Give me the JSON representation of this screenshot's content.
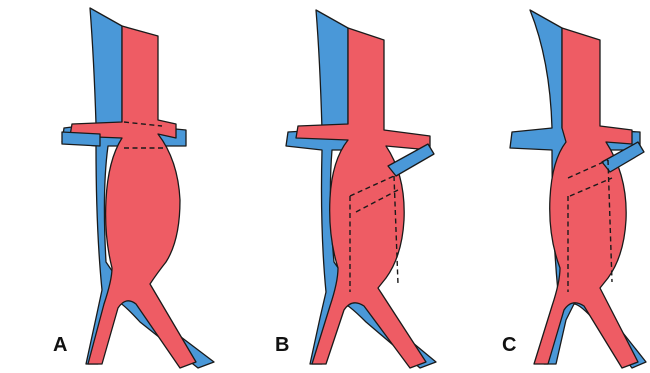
{
  "panels": [
    {
      "label": "A"
    },
    {
      "label": "B"
    },
    {
      "label": "C"
    }
  ],
  "colors": {
    "vein": "#4a98d8",
    "artery": "#ee5c64",
    "outline": "#1a1a1a",
    "background": "#ffffff"
  }
}
